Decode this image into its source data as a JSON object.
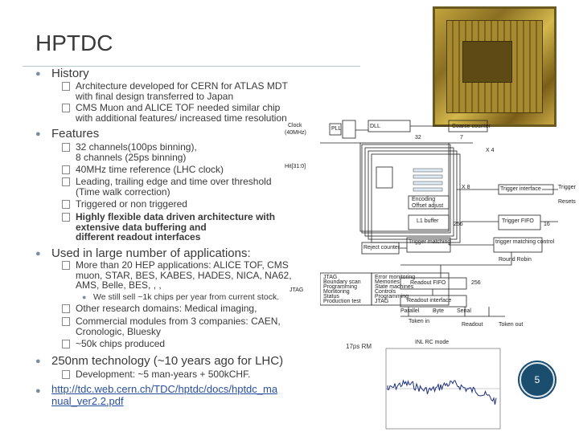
{
  "title": "HPTDC",
  "history": {
    "label": "History",
    "items": [
      [
        "Architecture developed for CERN for ATLAS MDT",
        "with final design transferred to Japan"
      ],
      [
        "CMS Muon and ALICE TOF needed similar chip",
        "with additional features/ increased time resolution"
      ]
    ]
  },
  "features": {
    "label": "Features",
    "items": [
      [
        "32 channels(100ps binning),",
        "8 channels (25ps binning)"
      ],
      [
        "40MHz time reference (LHC clock)"
      ],
      [
        "Leading, trailing edge and time over threshold",
        "(Time walk correction)"
      ],
      [
        "Triggered or non triggered"
      ],
      [
        "Highly flexible data driven architecture with",
        "extensive data buffering and",
        "different readout interfaces"
      ]
    ]
  },
  "usage": {
    "label": "Used in large number of applications:",
    "item1": [
      "More than 20 HEP applications: ALICE TOF, CMS",
      "muon, STAR, BES, KABES, HADES, NICA, NA62,",
      "AMS, Belle, BES, , ,"
    ],
    "item1_sub": "We still sell ~1k chips per year from current stock.",
    "others": [
      [
        "Other research domains: Medical imaging,"
      ],
      [
        "Commercial modules from 3 companies: CAEN,",
        "Cronologic, Bluesky"
      ],
      [
        "~50k chips produced"
      ]
    ]
  },
  "tech": {
    "label": "250nm technology (~10 years ago for LHC)",
    "item": "Development: ~5 man-years + 500kCHF."
  },
  "link_lines": [
    "http://tdc.web.cern.ch/TDC/hptdc/docs/hptdc_ma",
    "nual_ver2.2.pdf"
  ],
  "diagram": {
    "clock_label": "Clock",
    "clock_freq": "(40MHz)",
    "hit_label": "Hit[31:0]",
    "pll": "PLL",
    "dll": "DLL",
    "coarse": "Coarse counter",
    "x4": "X 4",
    "x8": "X 8",
    "trigger_interface": "Trigger interface",
    "trigger": "Trigger",
    "resets": "Resets",
    "encoding": "Encoding",
    "offset_adjust": "Offset adjust",
    "l1_buffer": "L1 buffer",
    "trigger_fifo": "Trigger FIFO",
    "trigger_matching": "Trigger matching",
    "trigger_matching_control": "trigger matching control",
    "reject_counter": "Reject counter",
    "round_robin": "Round Robin",
    "readout_fifo": "Readout FIFO",
    "readout_interface": "Readout interface",
    "parallel": "Parallel",
    "byte": "Byte",
    "serial": "Serial",
    "token_in": "Token in",
    "readout": "Readout",
    "token_out": "Token out",
    "jtag": "JTAG",
    "jtag_box_lines": [
      "JTAG",
      "Boundary scan",
      "Programming",
      "Monitoring",
      "Status",
      "Production test"
    ],
    "error_box_lines": [
      "Error monitoring",
      "Memories",
      "State machines",
      "Controls",
      "Programming",
      "JTAG"
    ],
    "n256a": "256",
    "n256b": "256",
    "n16": "16",
    "n32": "32",
    "n7": "7"
  },
  "rms_label": "17ps RMS",
  "inl_title": "INL RC mode",
  "page_number": "5",
  "colors": {
    "badge": "#1b4d6e",
    "accent_dot": "#7a8ea0",
    "link": "#2a4fa0"
  }
}
